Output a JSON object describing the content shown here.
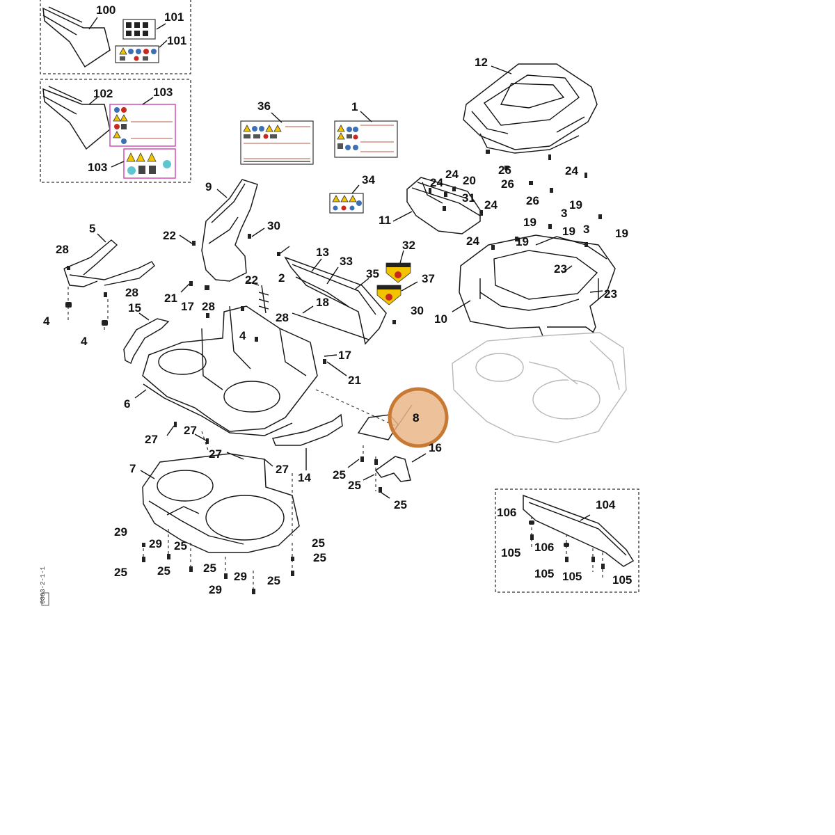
{
  "highlight": {
    "label": "8",
    "color": "#eab688"
  },
  "doc_id": "0363-2-1-1",
  "callouts": [
    "100",
    "101",
    "101",
    "102",
    "103",
    "103",
    "36",
    "1",
    "12",
    "9",
    "34",
    "24",
    "20",
    "26",
    "24",
    "26",
    "24",
    "31",
    "24",
    "26",
    "19",
    "3",
    "11",
    "22",
    "30",
    "5",
    "28",
    "13",
    "33",
    "32",
    "35",
    "37",
    "19",
    "19",
    "19",
    "3",
    "19",
    "24",
    "23",
    "23",
    "10",
    "22",
    "28",
    "21",
    "17",
    "28",
    "2",
    "18",
    "30",
    "15",
    "4",
    "4",
    "4",
    "28",
    "17",
    "21",
    "6",
    "8",
    "16",
    "27",
    "27",
    "27",
    "27",
    "14",
    "25",
    "25",
    "25",
    "7",
    "29",
    "29",
    "25",
    "25",
    "25",
    "25",
    "29",
    "29",
    "25",
    "25",
    "25",
    "104",
    "106",
    "105",
    "106",
    "105",
    "105",
    "105"
  ]
}
